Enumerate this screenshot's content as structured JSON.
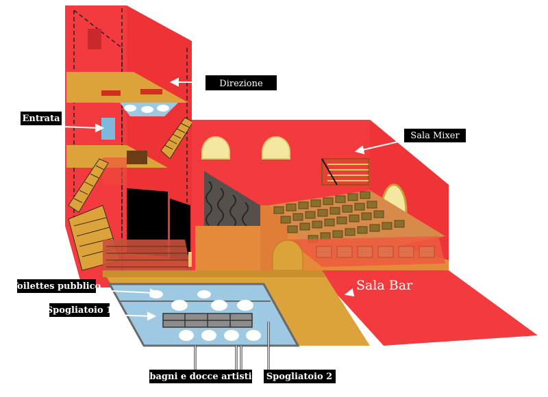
{
  "labels": {
    "direzione": "Direzione",
    "entrata": "Entrata",
    "sala_mixer": "Sala Mixer",
    "sala_bar": "Sala Bar",
    "toilettes_pubblico": "Toilettes pubblico",
    "spogliatoio_1": "Spogliatoio 1",
    "spogliatoio_2": "Spogliatoio 2",
    "bagni_docce": "bagni e docce artisti"
  },
  "colors": {
    "wall_red": "#f23a3f",
    "floor_ochre": "#dba33a",
    "floor_orange": "#e48a3a",
    "washroom_blue": "#9ec9e2",
    "seat_olive": "#8a6e2c",
    "window_cream": "#f4e8a0",
    "label_bg": "#000000",
    "label_text": "#ffffff"
  }
}
